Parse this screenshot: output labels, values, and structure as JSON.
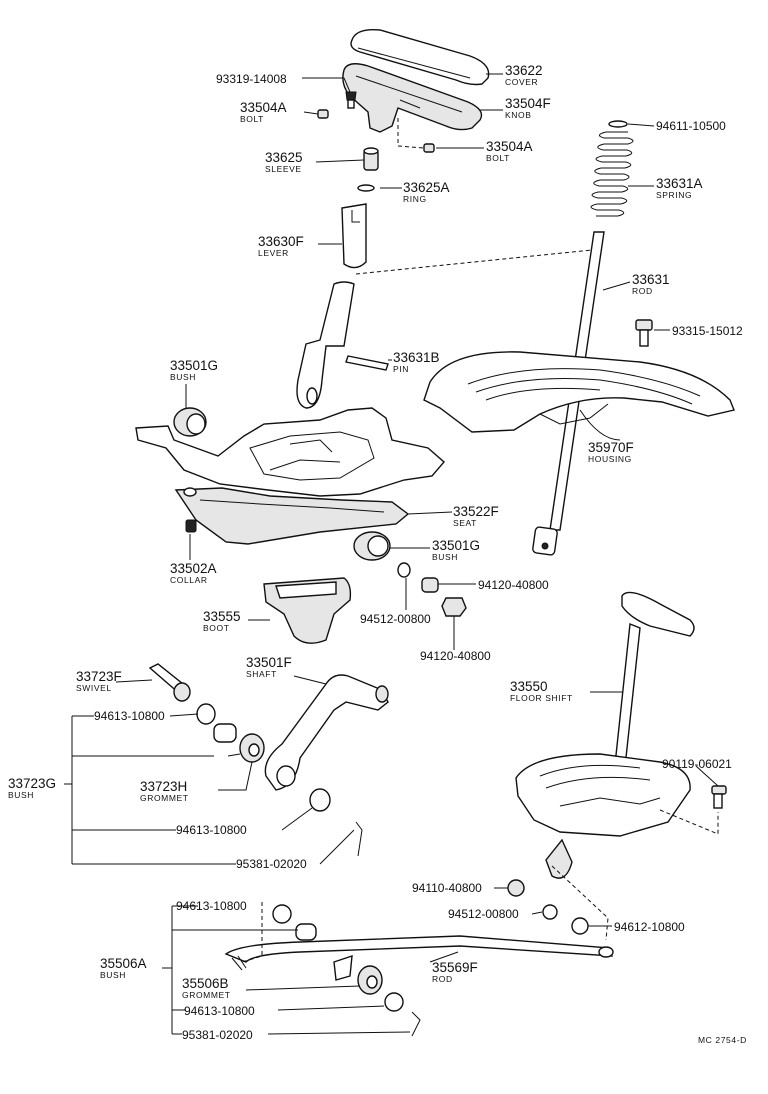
{
  "parts": {
    "p33622": {
      "code": "33622",
      "name": "COVER"
    },
    "p93319": {
      "code": "93319-14008"
    },
    "p33504F": {
      "code": "33504F",
      "name": "KNOB"
    },
    "p33504A_l": {
      "code": "33504A",
      "name": "BOLT"
    },
    "p33504A_r": {
      "code": "33504A",
      "name": "BOLT"
    },
    "p33625": {
      "code": "33625",
      "name": "SLEEVE"
    },
    "p33625A": {
      "code": "33625A",
      "name": "RING"
    },
    "p33630F": {
      "code": "33630F",
      "name": "LEVER"
    },
    "p94611": {
      "code": "94611-10500"
    },
    "p33631A": {
      "code": "33631A",
      "name": "SPRING"
    },
    "p33631": {
      "code": "33631",
      "name": "ROD"
    },
    "p93315": {
      "code": "93315-15012"
    },
    "p33631B": {
      "code": "33631B",
      "name": "PIN"
    },
    "p33501G_t": {
      "code": "33501G",
      "name": "BUSH"
    },
    "p35970F": {
      "code": "35970F",
      "name": "HOUSING"
    },
    "p33522F": {
      "code": "33522F",
      "name": "SEAT"
    },
    "p33502A": {
      "code": "33502A",
      "name": "COLLAR"
    },
    "p33501G_b": {
      "code": "33501G",
      "name": "BUSH"
    },
    "p94120_a": {
      "code": "94120-40800"
    },
    "p94512_a": {
      "code": "94512-00800"
    },
    "p94120_b": {
      "code": "94120-40800"
    },
    "p33555": {
      "code": "33555",
      "name": "BOOT"
    },
    "p33501F": {
      "code": "33501F",
      "name": "SHAFT"
    },
    "p33723F": {
      "code": "33723F",
      "name": "SWIVEL"
    },
    "p94613_a": {
      "code": "94613-10800"
    },
    "p33723G": {
      "code": "33723G",
      "name": "BUSH"
    },
    "p33723H": {
      "code": "33723H",
      "name": "GROMMET"
    },
    "p94613_b": {
      "code": "94613-10800"
    },
    "p95381_a": {
      "code": "95381-02020"
    },
    "p33550": {
      "code": "33550",
      "name": "FLOOR SHIFT"
    },
    "p90119": {
      "code": "90119-06021"
    },
    "p94110": {
      "code": "94110-40800"
    },
    "p94512_b": {
      "code": "94512-00800"
    },
    "p94612": {
      "code": "94612-10800"
    },
    "p94613_c": {
      "code": "94613-10800"
    },
    "p35506A": {
      "code": "35506A",
      "name": "BUSH"
    },
    "p35569F": {
      "code": "35569F",
      "name": "ROD"
    },
    "p35506B": {
      "code": "35506B",
      "name": "GROMMET"
    },
    "p94613_d": {
      "code": "94613-10800"
    },
    "p95381_b": {
      "code": "95381-02020"
    }
  },
  "footer": {
    "ref": "MC 2754-D"
  }
}
